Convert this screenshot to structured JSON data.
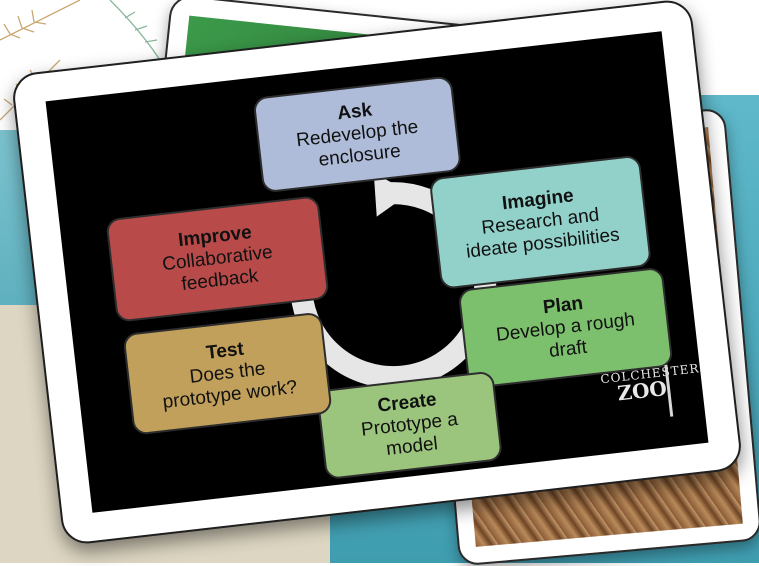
{
  "slide": {
    "boxes": [
      {
        "key": "ask",
        "title": "Ask",
        "lines": [
          "Redevelop the",
          "enclosure"
        ],
        "color": "#aebcd9"
      },
      {
        "key": "imagine",
        "title": "Imagine",
        "lines": [
          "Research and",
          "ideate possibilities"
        ],
        "color": "#92d1c9"
      },
      {
        "key": "plan",
        "title": "Plan",
        "lines": [
          "Develop a rough",
          "draft"
        ],
        "color": "#7cbf6d"
      },
      {
        "key": "create",
        "title": "Create",
        "lines": [
          "Prototype a",
          "model"
        ],
        "color": "#9bc47c"
      },
      {
        "key": "test",
        "title": "Test",
        "lines": [
          "Does the",
          "prototype work?"
        ],
        "color": "#c1a05c"
      },
      {
        "key": "improve",
        "title": "Improve",
        "lines": [
          "Collaborative",
          "feedback"
        ],
        "color": "#b94a4a"
      }
    ],
    "logo": {
      "line1": "COLCHESTER",
      "line2": "ZOO"
    }
  },
  "colors": {
    "teal": "#4fa9bb",
    "sand": "#ddd6c2",
    "slide_bg": "#000000"
  }
}
